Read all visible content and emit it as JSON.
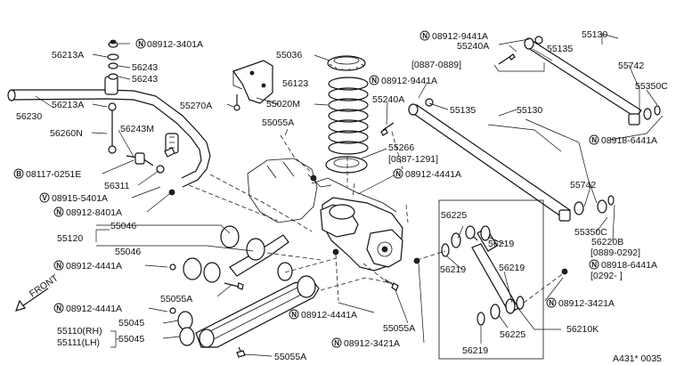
{
  "labels": {
    "l56213a_top": "56213A",
    "l08912_3401a": "08912-3401A",
    "l56243_a": "56243",
    "l56243_b": "56243",
    "l56213a_mid": "56213A",
    "l56230": "56230",
    "l56260n": "56260N",
    "l56243m": "56243M",
    "l08117_0251e": "08117-0251E",
    "l56311": "56311",
    "l08915_5401a": "08915-5401A",
    "l08912_8401a": "08912-8401A",
    "l55036": "55036",
    "l56123": "56123",
    "l55270a": "55270A",
    "l55020m": "55020M",
    "l55055a_top": "55055A",
    "l55266": "55266",
    "l55266_range": "[0887-1291]",
    "l08912_4441a_mid": "08912-4441A",
    "l55240a_mid": "55240A",
    "l55135_mid": "55135",
    "l55130_mid": "55130",
    "l08912_9441a_mid": "08912-9441A",
    "l08912_9441a_top": "08912-9441A",
    "l55240a_top": "55240A",
    "l0887_0889": "[0887-0889]",
    "l55135_top": "55135",
    "l55130_top": "55130",
    "l55742_top": "55742",
    "l55350c_top": "55350C",
    "l08918_6441a_top": "08918-6441A",
    "l55742_mid": "55742",
    "l55350c_mid": "55350C",
    "l56220b": "56220B",
    "l56220b_range": "[0889-0292]",
    "l08918_6441a_bot": "08918-6441A",
    "l0292_range": "[0292-    ]",
    "l55120": "55120",
    "l55046_a": "55046",
    "l55046_b": "55046",
    "l08912_4441a_left": "08912-4441A",
    "l55055a_mid": "55055A",
    "l08912_4441a_lower": "08912-4441A",
    "l55045_a": "55045",
    "l55045_b": "55045",
    "l55110": "55110(RH)",
    "l55111": "55111(LH)",
    "l55055a_bot": "55055A",
    "l08912_4441a_center": "08912-4441A",
    "l55055a_center": "55055A",
    "l08912_3421a_center": "08912-3421A",
    "l56225_top": "56225",
    "l56219_a": "56219",
    "l56219_b": "56219",
    "l56219_c": "56219",
    "l56225_bot": "56225",
    "l56219_d": "56219",
    "l56210k": "56210K",
    "l08912_3421a_right": "08912-3421A",
    "front": "FRONT",
    "diagram_code": "A431* 0035"
  },
  "symbols": {
    "nut": "N",
    "bolt": "B",
    "washer": "V"
  }
}
